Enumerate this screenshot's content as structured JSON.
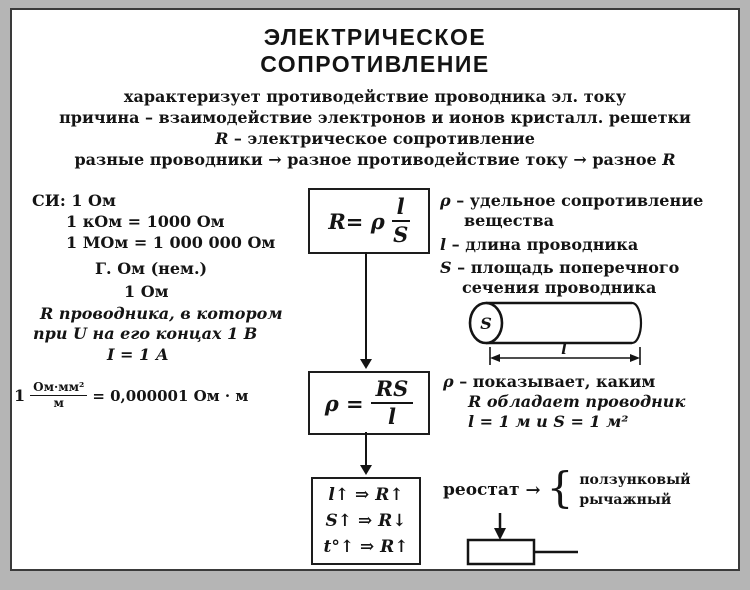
{
  "title": {
    "line1": "ЭЛЕКТРИЧЕСКОЕ",
    "line2": "СОПРОТИВЛЕНИЕ"
  },
  "intro": {
    "line1": "характеризует противодействие проводника эл. току",
    "line2": "причина – взаимодействие электронов и ионов кристалл. решетки",
    "line3_var": "R",
    "line3_rest": " – электрическое сопротивление",
    "line4_text": "разные проводники → разное противодействие току → разное ",
    "line4_var": "R"
  },
  "si": {
    "line1": "СИ: 1 Ом",
    "line2": "1 кОм = 1000 Ом",
    "line3": "1 МОм = 1 000 000 Ом",
    "line4": "Г. Ом (нем.)",
    "line5": "1 Ом",
    "line6": "R проводника, в котором",
    "line7": "при U на его концах 1 В",
    "line8": "I = 1 А",
    "unit_coeff": "1",
    "unit_num": "Ом·мм²",
    "unit_den": "м",
    "unit_eq": "= 0,000001 Ом · м"
  },
  "formula_r": {
    "lhs": "R= ρ",
    "num": "l",
    "den": "S"
  },
  "formula_rho": {
    "lhs": "ρ =",
    "num": "RS",
    "den": "l"
  },
  "effects": {
    "line1": "l↑ ⇒ R↑",
    "line2": "S↑ ⇒ R↓",
    "line3": "t°↑ ⇒ R↑"
  },
  "right": {
    "rho_var": "ρ",
    "rho_rest": " – удельное сопротивление",
    "rho_line2": "вещества",
    "len_var": "l",
    "len_rest": " – длина проводника",
    "area_var": "S",
    "area_rest": " – площадь поперечного",
    "area_line2": "сечения проводника",
    "cyl_s": "S",
    "cyl_l": "l",
    "rho_def_var": "ρ",
    "rho_def_rest": " –  показывает, каким",
    "rho_def_line2": "R обладает проводник",
    "rho_def_line3": "l = 1 м и S = 1 м²",
    "rheostat_label": "реостат",
    "arrow": "→",
    "brace": "{",
    "type1": "ползунковый",
    "type2": "рычажный"
  }
}
